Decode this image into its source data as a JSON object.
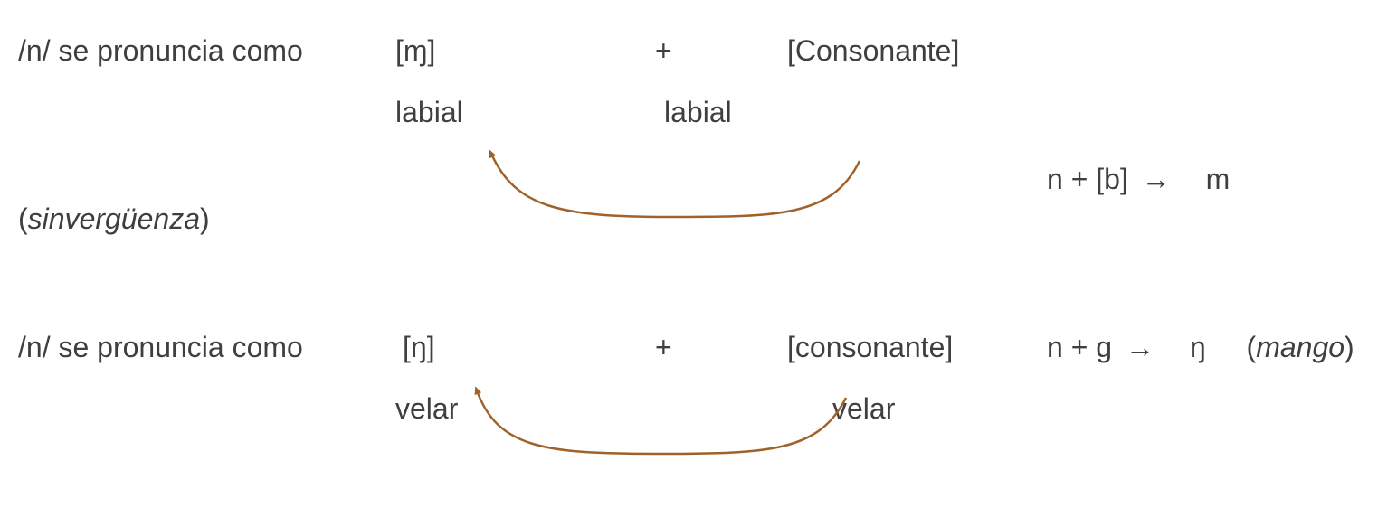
{
  "row1": {
    "lead": "/n/ se pronuncia como",
    "ipa": "[ɱ]",
    "plus": "+",
    "consonant": "[Consonante]",
    "feature_left": "labial",
    "feature_right": "labial",
    "rule_lhs": "n + [b]",
    "arrow": "→",
    "rule_rhs": "m",
    "example_open": "(",
    "example": "sinvergüenza",
    "example_close": ")"
  },
  "row2": {
    "lead": "/n/ se pronuncia como",
    "ipa": "[ŋ]",
    "plus": "+",
    "consonant": "[consonante]",
    "feature_left": "velar",
    "feature_right": "velar",
    "rule_lhs": "n + g",
    "arrow": "→",
    "rule_rhs": "ŋ",
    "example_open": "(",
    "example": "mango",
    "example_close": ")"
  },
  "colors": {
    "text": "#3f3f3f",
    "arc": "#a0622a"
  }
}
